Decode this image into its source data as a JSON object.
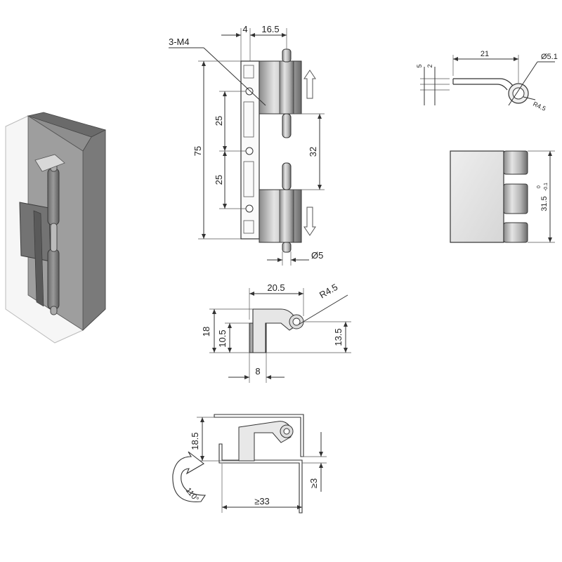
{
  "colors": {
    "line": "#333333",
    "metal_light": "#d9d9d9",
    "metal_mid": "#a8a8a8",
    "metal_dark": "#6f6f6f"
  },
  "front_view": {
    "hole_label": "3-M4",
    "top_left": "4",
    "top_right": "16.5",
    "height_total": "75",
    "pitch_upper": "25",
    "pitch_lower": "25",
    "pin_travel": "32",
    "pin_diameter": "Ø5"
  },
  "top_right_view": {
    "length": "21",
    "thickness_outer": "5",
    "thickness_inner": "2",
    "diameter": "Ø5.1",
    "radius": "R4.5"
  },
  "side_view": {
    "tolerance": "31.5",
    "tol_upper": "0",
    "tol_lower": "-0.1"
  },
  "middle_view": {
    "width": "20.5",
    "radius": "R4.5",
    "height_left": "18",
    "height_inner": "10.5",
    "height_right": "13.5",
    "base_width": "8"
  },
  "bottom_view": {
    "height": "18.5",
    "gap": "≥3",
    "width": "≥33",
    "rotation": "110°"
  }
}
